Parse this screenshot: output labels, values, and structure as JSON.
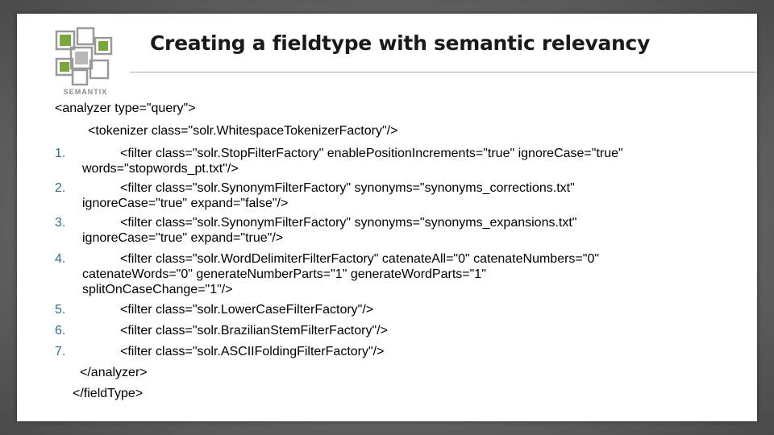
{
  "slide": {
    "title": "Creating a fieldtype with semantic relevancy",
    "logo_text": "SEMANTIX",
    "logo_icon": "semantix-logo-icon",
    "colors": {
      "title_rule": "#9fb8bf",
      "number": "#2e6e8e",
      "logo_green": "#7aa63c",
      "logo_gray": "#9a9a9a"
    }
  },
  "code": {
    "analyzer_open": "<analyzer type=\"query\">",
    "tokenizer": "<tokenizer class=\"solr.WhitespaceTokenizerFactory\"/>",
    "filters": [
      {
        "num": "1.",
        "lines": [
          "<filter class=\"solr.StopFilterFactory\" enablePositionIncrements=\"true\" ignoreCase=\"true\"",
          "words=\"stopwords_pt.txt\"/>"
        ]
      },
      {
        "num": "2.",
        "lines": [
          "<filter class=\"solr.SynonymFilterFactory\" synonyms=\"synonyms_corrections.txt\"",
          "ignoreCase=\"true\" expand=\"false\"/>"
        ]
      },
      {
        "num": "3.",
        "lines": [
          "<filter class=\"solr.SynonymFilterFactory\" synonyms=\"synonyms_expansions.txt\"",
          "ignoreCase=\"true\" expand=\"true\"/>"
        ]
      },
      {
        "num": "4.",
        "lines": [
          "<filter class=\"solr.WordDelimiterFilterFactory\" catenateAll=\"0\" catenateNumbers=\"0\"",
          "catenateWords=\"0\" generateNumberParts=\"1\" generateWordParts=\"1\"",
          "splitOnCaseChange=\"1\"/>"
        ]
      },
      {
        "num": "5.",
        "lines": [
          "<filter class=\"solr.LowerCaseFilterFactory\"/>"
        ]
      },
      {
        "num": "6.",
        "lines": [
          "<filter class=\"solr.BrazilianStemFilterFactory\"/>"
        ]
      },
      {
        "num": "7.",
        "lines": [
          "<filter class=\"solr.ASCIIFoldingFilterFactory\"/>"
        ]
      }
    ],
    "analyzer_close": "</analyzer>",
    "fieldtype_close": "</fieldType>"
  }
}
